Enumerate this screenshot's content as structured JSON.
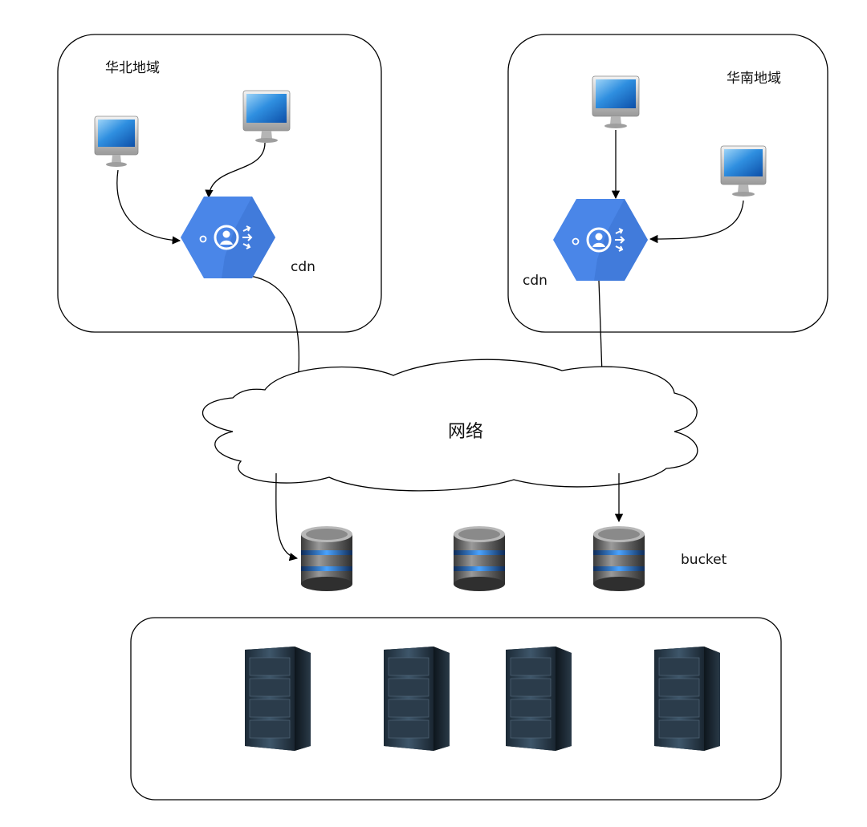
{
  "regions": {
    "north": {
      "label": "华北地域"
    },
    "south": {
      "label": "华南地域"
    }
  },
  "cdn": {
    "north_label": "cdn",
    "south_label": "cdn"
  },
  "network": {
    "label": "网络"
  },
  "storage": {
    "label": "bucket"
  },
  "colors": {
    "cdn_blue": "#4a86e8",
    "cdn_blue_dark": "#3b72cf",
    "stroke": "#000000"
  },
  "icons": {
    "client": "desktop-monitor-icon",
    "cdn": "cdn-hexagon-icon",
    "bucket": "database-icon",
    "server": "server-rack-icon"
  }
}
